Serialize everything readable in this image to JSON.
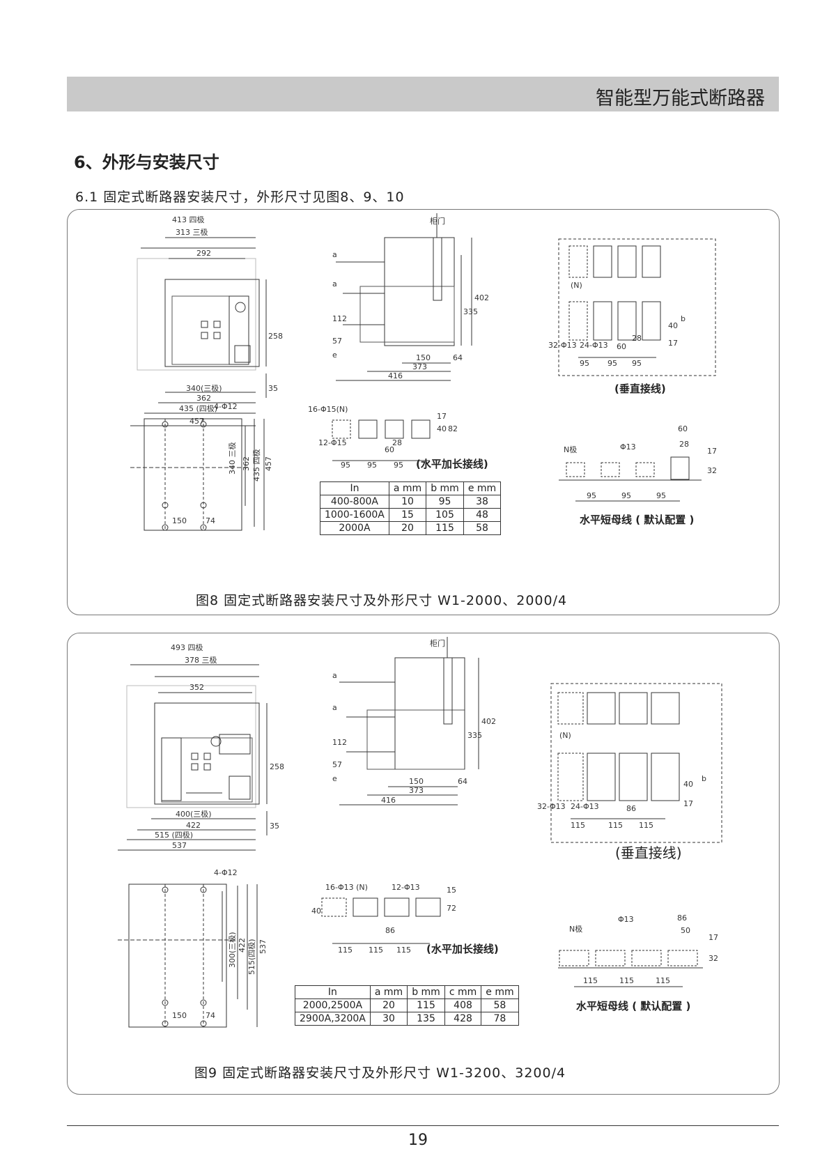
{
  "header": {
    "title": "智能型万能式断路器"
  },
  "section": {
    "heading": "6、外形与安装尺寸",
    "subheading": "6.1 固定式断路器安装尺寸，外形尺寸见图8、9、10"
  },
  "fig8": {
    "caption": "图8  固定式断路器安装尺寸及外形尺寸    W1-2000、2000/4",
    "front_dims": {
      "d413": "413 四极",
      "d313": "313 三极",
      "d292": "292",
      "d258": "258",
      "d35": "35",
      "d340": "340(三极)",
      "d362": "362",
      "d435": "435 (四极)",
      "d457": "457"
    },
    "side_dims": {
      "door": "柜门",
      "a": "a",
      "a2": "a",
      "d112": "112",
      "d57": "57",
      "e": "e",
      "d335": "335",
      "d402": "402",
      "d150": "150",
      "d64": "64",
      "d373": "373",
      "d416": "416"
    },
    "vertical": {
      "n": "(N)",
      "holes_a": "32-Φ13",
      "holes_b": "24-Φ13",
      "d28": "28",
      "d60": "60",
      "d95a": "95",
      "d95b": "95",
      "d95c": "95",
      "d40": "40",
      "d17": "17",
      "b": "b",
      "label": "(垂直接线)"
    },
    "mount_dims": {
      "holes": "4-Φ12",
      "d340": "340 三极",
      "d362": "362",
      "d435": "435 四极",
      "d457": "457",
      "d150": "150",
      "d74": "74"
    },
    "horizontal": {
      "holes_n": "16-Φ15(N)",
      "holes": "12-Φ15",
      "d17": "17",
      "d40": "40",
      "d82": "82",
      "d28": "28",
      "d60": "60",
      "d95a": "95",
      "d95b": "95",
      "d95c": "95",
      "label": "(水平加长接线)"
    },
    "short_bus": {
      "n": "N极",
      "phi": "Φ13",
      "d60": "60",
      "d28": "28",
      "d17": "17",
      "d32": "32",
      "d95a": "95",
      "d95b": "95",
      "d95c": "95",
      "label": "水平短母线 ( 默认配置 )"
    },
    "table": {
      "headers": [
        "In",
        "a mm",
        "b mm",
        "e mm"
      ],
      "rows": [
        [
          "400-800A",
          "10",
          "95",
          "38"
        ],
        [
          "1000-1600A",
          "15",
          "105",
          "48"
        ],
        [
          "2000A",
          "20",
          "115",
          "58"
        ]
      ]
    }
  },
  "fig9": {
    "caption": "图9  固定式断路器安装尺寸及外形尺寸    W1-3200、3200/4",
    "front_dims": {
      "d493": "493 四极",
      "d378": "378 三极",
      "d352": "352",
      "d258": "258",
      "d35": "35",
      "d400": "400(三极)",
      "d422": "422",
      "d515": "515 (四极)",
      "d537": "537"
    },
    "side_dims": {
      "door": "柜门",
      "a": "a",
      "a2": "a",
      "d112": "112",
      "d57": "57",
      "e": "e",
      "d335": "335",
      "d402": "402",
      "d150": "150",
      "d64": "64",
      "d373": "373",
      "d416": "416"
    },
    "vertical": {
      "n": "(N)",
      "holes_a": "32-Φ13",
      "holes_b": "24-Φ13",
      "d86": "86",
      "d115a": "115",
      "d115b": "115",
      "d115c": "115",
      "d40": "40",
      "d17": "17",
      "b": "b",
      "label": "(垂直接线)"
    },
    "mount_dims": {
      "holes": "4-Φ12",
      "d300": "300(三极)",
      "d422": "422",
      "d515": "515(四极)",
      "d537": "537",
      "d150": "150",
      "d74": "74"
    },
    "horizontal": {
      "holes_n": "16-Φ13 (N)",
      "holes": "12-Φ13",
      "d15": "15",
      "d40": "40",
      "d72": "72",
      "d86": "86",
      "d115a": "115",
      "d115b": "115",
      "d115c": "115",
      "label": "(水平加长接线)"
    },
    "short_bus": {
      "n": "N极",
      "phi": "Φ13",
      "d86": "86",
      "d50": "50",
      "d17": "17",
      "d32": "32",
      "d115a": "115",
      "d115b": "115",
      "d115c": "115",
      "label": "水平短母线 ( 默认配置 )"
    },
    "table": {
      "headers": [
        "In",
        "a mm",
        "b mm",
        "c mm",
        "e mm"
      ],
      "rows": [
        [
          "2000,2500A",
          "20",
          "115",
          "408",
          "58"
        ],
        [
          "2900A,3200A",
          "30",
          "135",
          "428",
          "78"
        ]
      ]
    }
  },
  "page_number": "19"
}
